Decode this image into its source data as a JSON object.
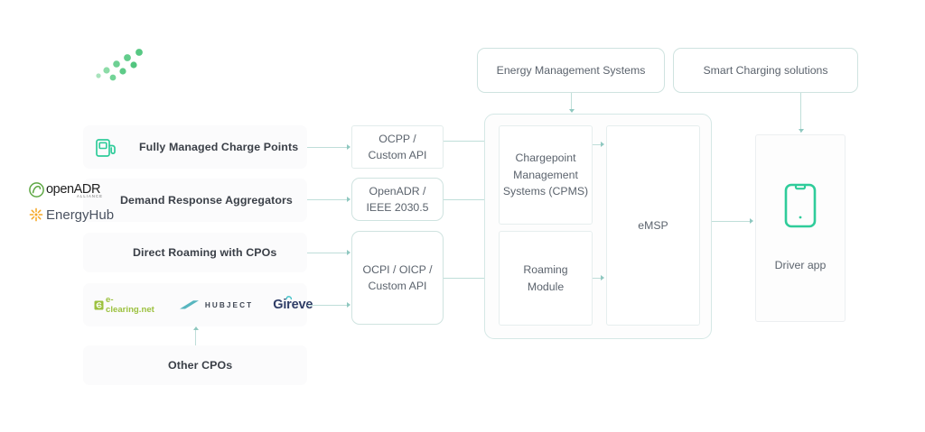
{
  "brand": {
    "logo_name": "dot-pattern-logo",
    "accent_green": "#2fcc9a",
    "dot_green": "#77d79a",
    "line_teal": "#bfded9",
    "text_dark": "#3a3f47",
    "text_muted": "#5b636d"
  },
  "left_column": {
    "rows": [
      {
        "label": "Fully Managed Charge Points",
        "icon": "charge-point-icon",
        "logos": []
      },
      {
        "label": "Demand Response Aggregators",
        "icon": null,
        "logos": [
          {
            "name": "openadr-logo",
            "text": "openADR",
            "bold_part": "ADR",
            "sub": "ALLIANCE",
            "color": "#1f1f1f"
          },
          {
            "name": "energyhub-logo",
            "text": "EnergyHub",
            "color": "#4a5260"
          }
        ]
      },
      {
        "label": "Direct Roaming with CPOs",
        "icon": null,
        "logos": []
      },
      {
        "label": "",
        "icon": null,
        "logos": [
          {
            "name": "e-clearing-net-logo",
            "text": "e-clearing.net",
            "color": "#9cc13f"
          },
          {
            "name": "hubject-logo",
            "text": "HUBJECT",
            "color": "#3f4653"
          },
          {
            "name": "gireve-logo",
            "text": "Gireve",
            "color": "#2f3d66"
          }
        ]
      },
      {
        "label": "Other CPOs",
        "icon": null,
        "logos": []
      }
    ]
  },
  "protocol_boxes": [
    {
      "name": "ocpp-box",
      "line1": "OCPP /",
      "line2": "Custom API"
    },
    {
      "name": "openadr-box",
      "line1": "OpenADR /",
      "line2": "IEEE 2030.5"
    },
    {
      "name": "ocpi-box",
      "line1": "OCPI / OICP /",
      "line2": "Custom API"
    }
  ],
  "top_boxes": [
    {
      "name": "energy-management-systems-box",
      "label": "Energy Management Systems"
    },
    {
      "name": "smart-charging-solutions-box",
      "label": "Smart Charging solutions"
    }
  ],
  "platform": {
    "cpms": {
      "line1": "Chargepoint",
      "line2": "Management",
      "line3": "Systems (CPMS)"
    },
    "roaming": {
      "line1": "Roaming",
      "line2": "Module"
    },
    "emsp": {
      "label": "eMSP"
    }
  },
  "driver": {
    "label": "Driver app",
    "icon": "mobile-phone-icon"
  }
}
